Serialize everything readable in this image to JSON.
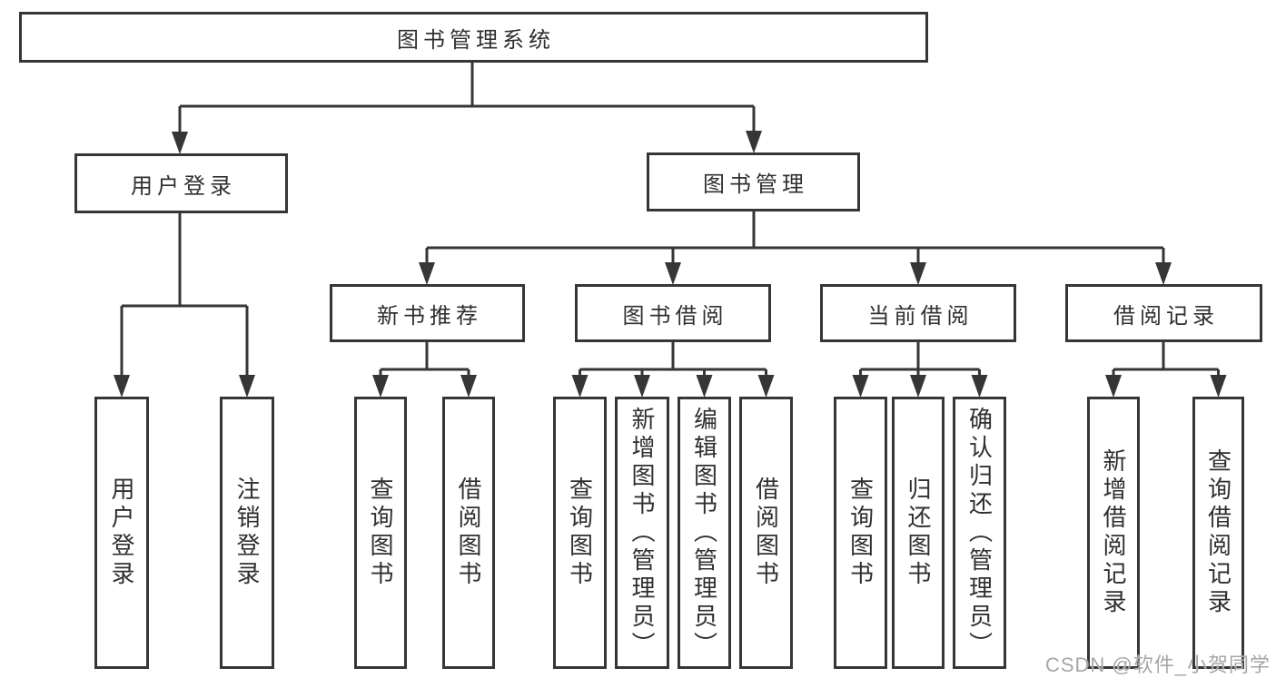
{
  "tree": {
    "label": "图书管理系统",
    "children": [
      {
        "label": "用户登录",
        "children": [
          {
            "label": "用户登录"
          },
          {
            "label": "注销登录"
          }
        ]
      },
      {
        "label": "图书管理",
        "children": [
          {
            "label": "新书推荐",
            "children": [
              {
                "label": "查询图书"
              },
              {
                "label": "借阅图书"
              }
            ]
          },
          {
            "label": "图书借阅",
            "children": [
              {
                "label": "查询图书"
              },
              {
                "label": "新增图书（管理员）"
              },
              {
                "label": "编辑图书（管理员）"
              },
              {
                "label": "借阅图书"
              }
            ]
          },
          {
            "label": "当前借阅",
            "children": [
              {
                "label": "查询图书"
              },
              {
                "label": "归还图书"
              },
              {
                "label": "确认归还（管理员）"
              }
            ]
          },
          {
            "label": "借阅记录",
            "children": [
              {
                "label": "新增借阅记录"
              },
              {
                "label": "查询借阅记录"
              }
            ]
          }
        ]
      }
    ]
  },
  "watermark": {
    "text": "CSDN @软件_小贺同学"
  },
  "colors": {
    "line": "#363636",
    "box_border": "#363636",
    "text": "#2f2f2f",
    "background": "#ffffff",
    "watermark": "#a6a6a6"
  }
}
